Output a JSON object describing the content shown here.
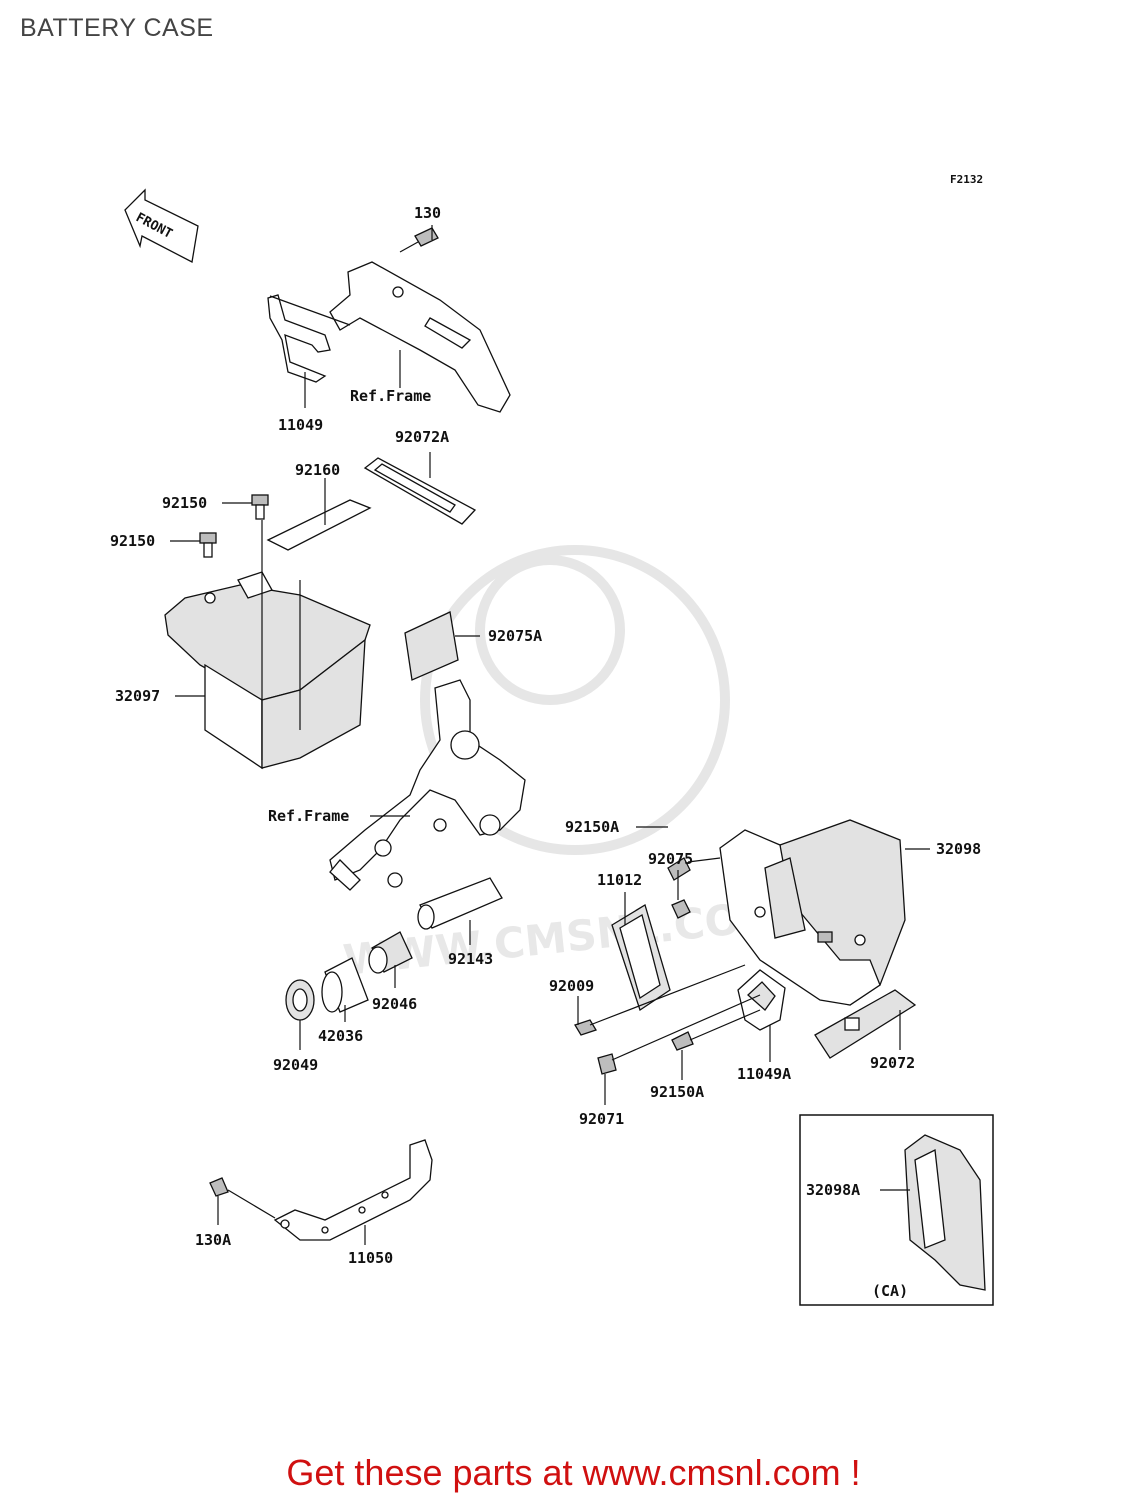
{
  "page_title": "BATTERY CASE",
  "figure_code": "F2132",
  "front_arrow_label": "FRONT",
  "inset_label": "(CA)",
  "watermark_text": "WWW.CMSNL.COM",
  "footer_text": "Get these parts at www.cmsnl.com !",
  "colors": {
    "footer": "#d01010",
    "title": "#444444",
    "linework": "#111111"
  },
  "labels": {
    "p130": "130",
    "p11049": "11049",
    "ref_frame_top": "Ref.Frame",
    "p92072a": "92072A",
    "p92160": "92160",
    "p92150_a": "92150",
    "p92150_b": "92150",
    "p92075a": "92075A",
    "p32097": "32097",
    "ref_frame_mid": "Ref.Frame",
    "p92150a_top": "92150A",
    "p32098": "32098",
    "p92075": "92075",
    "p11012": "11012",
    "p92143": "92143",
    "p92046": "92046",
    "p42036": "42036",
    "p92049": "92049",
    "p92009": "92009",
    "p92071": "92071",
    "p92150a_bot": "92150A",
    "p11049a": "11049A",
    "p92072": "92072",
    "p32098a": "32098A",
    "p130a": "130A",
    "p11050": "11050"
  }
}
